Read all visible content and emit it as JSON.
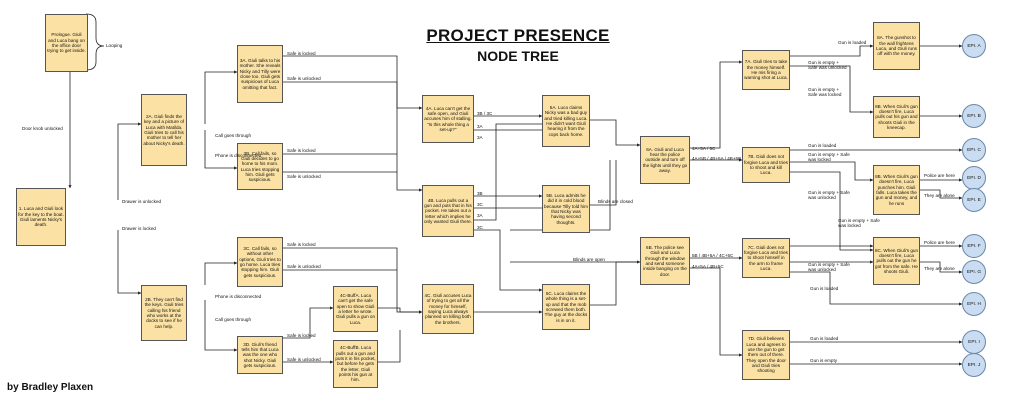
{
  "header": {
    "title": "PROJECT PRESENCE",
    "subtitle": "NODE TREE",
    "author": "by Bradley Plaxen"
  },
  "nodes": {
    "prologue": "Prologue. Giuli and Luca bang on the office door trying to get inside.",
    "n1": "1. Luca and Giuli look for the key to the boat. Giuli laments Nicky's death.",
    "n2a": "2A. Giuli finds the key and a picture of Luca with Matilda. Giuli tries to call his mother to tell her about Nicky's death.",
    "n2b": "2B. They can't find the keys. Giuli tries calling his friend who works at the docks to see if he can help.",
    "n3a": "3A. Giuli talks to his mother. She reveals Nicky and Tilly were close too. Giuli gets suspicious of Luca omitting that fact.",
    "n3b": "3B. Call fails, so Giuli decides to go home to his mom. Luca tries stopping him. Giuli gets suspicious.",
    "n3c": "3C. Call fails, so without other options, Giuli tries to go home. Luca tries stopping him. Giuli gets suspicious.",
    "n3d": "3D. Giuli's friend tells him that Luca was the one who shot Nicky. Giuli gets suspicious.",
    "n4a": "4A. Luca can't get the safe open, and Giuli accuses him of stalling. \"Is this whole thing a set-up?\"",
    "n4b": "4B. Luca pulls out a gun and puts that in his pocket. He takes out a letter which implies he only wanted Giuli there.",
    "n4c": "4C. Giuli accuses Luca of trying to get all the money for himself, saying Luca always planned on killing both the brothers.",
    "n4c_a": "4C-BuffA. Luca can't get the safe open to show Giuli a letter he wrote. Giuli pulls a gun on Luca.",
    "n4c_b": "4C-BuffB. Luca pulls out a gun and puts it in his pocket, but before he gets the letter, Giuli points his gun at him.",
    "n5a": "5A. Luca claims Nicky was a bad guy and tried killing Luca. He didn't want Giuli hearing it from the cops back home.",
    "n5b": "5B. Luca admits he did it in cold blood because Tilly told him that Nicky was having second thoughts.",
    "n5c": "5C. Luca claims the whole thing is a set-up and that the mob screwed them both. The guy at the docks is in on it.",
    "n6a": "6A. Giuli and Luca hear the police outside and turn off the lights until they go away.",
    "n6b": "6B. The police see Giuli and Luca through the window and send someone inside banging on the door.",
    "n7a": "7A. Giuli tries to take the money himself. He mis firing a warning shot at Luca.",
    "n7b": "7B. Giuli does not forgive Luca and tries to shoot and kill Luca.",
    "n7c": "7C. Giuli does not forgive Luca and tries to shoot himself in the arm to frame Luca.",
    "n7d": "7D. Giuli believes Luca and agrees to use the gun to get them out of there. They open the door and Giuli tries shooting",
    "n8a": "8A. The gunshot to the wall frightens Luca, and Giuli runs off with the money.",
    "n8b": "8B. When Giuli's gun doesn't fire, Luca pulls out his gun and shoots Giuli in the kneecap.",
    "n8bb": "8B. When Giuli's gun doesn't fire, Luca punches him. Giuli falls. Luca takes the gun and money, and he runs",
    "n8c": "8C. When Giuli's gun doesn't fire, Luca pulls out the gun he got from the safe. He shoots Giuli."
  },
  "endings": {
    "a": "EPI. A",
    "b": "EPI. B",
    "c": "EPI. C",
    "d": "EPI. D",
    "e": "EPI. E",
    "f": "EPI. F",
    "g": "EPI. G",
    "h": "EPI. H",
    "i": "EPI. I",
    "j": "EPI. J"
  },
  "labels": {
    "looping": "Looping",
    "door_knob": "Door knob unlocked",
    "drawer_unlocked": "Drawer is unlocked",
    "drawer_locked": "Drawer is locked",
    "call_through_1": "Call goes through",
    "phone_disc_1": "Phone is disconnected",
    "phone_disc_2": "Phone is disconnected",
    "call_through_2": "Call goes through",
    "safe_locked_3a": "Safe is locked",
    "safe_unlocked_3a": "Safe is unlocked",
    "safe_locked_3b": "Safe is locked",
    "safe_unlocked_3b": "Safe is unlocked",
    "safe_locked_3c": "Safe is locked",
    "safe_unlocked_3c": "Safe is unlocked",
    "safe_locked_3d": "Safe is locked",
    "safe_unlocked_3d": "Safe is unlocked",
    "l4a_3b3c": "3B / 3C",
    "l4a_3a": "3A",
    "l4a_3a2": "3A",
    "l4b_3b": "3B",
    "l4b_3c": "3C",
    "l4b_3a": "3A",
    "l4b_3c2": "3C",
    "blinds_closed": "Blinds are closed",
    "blinds_open": "Blinds are open",
    "l6a_top": "4A+5A / 5C",
    "l6a_mid": "4A+5B / 4B+5A / 4B+5B",
    "l6b_top": "5B / 4B+5A / 4C+5C",
    "l6b_mid": "4A+5A / 4B+5C",
    "gun_loaded_7a": "Gun is loaded",
    "gun_empty_7a": "Gun is empty + Safe was unlocked",
    "gun_empty_7a2": "Gun is empty + Safe was locked",
    "gun_loaded_7b": "Gun is loaded",
    "gun_empty_7b": "Gun is empty + Safe was locked",
    "gun_empty_7b2": "Gun is empty + Safe was unlocked",
    "gun_empty_7c": "Gun is empty + Safe was locked",
    "gun_empty_7c2": "Gun is empty + Safe was unlocked",
    "gun_loaded_7c": "Gun is loaded",
    "police_here_1": "Police are here",
    "alone_1": "They are alone",
    "police_here_2": "Police are here",
    "alone_2": "They are alone",
    "gun_loaded_7d": "Gun is loaded",
    "gun_empty_7d": "Gun is empty"
  }
}
